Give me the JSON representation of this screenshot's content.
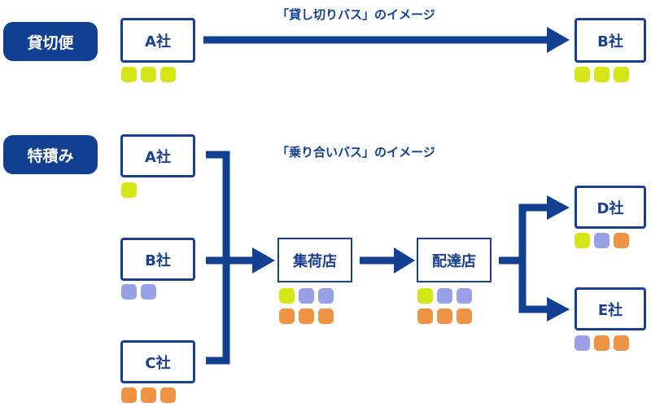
{
  "charter": {
    "label": "貸切便",
    "caption": "「貸し切りバス」のイメージ",
    "from": "A社",
    "to": "B社"
  },
  "consolidated": {
    "label": "特積み",
    "caption": "「乗り合いバス」のイメージ",
    "senders": [
      "A社",
      "B社",
      "C社"
    ],
    "collection_hub": "集荷店",
    "delivery_hub": "配達店",
    "receivers": [
      "D社",
      "E社"
    ]
  },
  "colors": {
    "navy": "#10408f",
    "chip_green": "#d4e617",
    "chip_purple": "#9aa0e6",
    "chip_orange": "#ee9343"
  }
}
